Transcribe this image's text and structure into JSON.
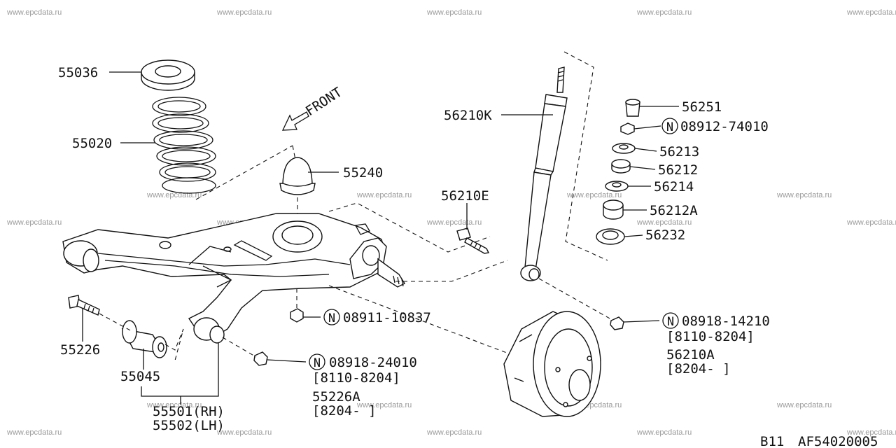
{
  "watermark": "www.epcdata.ru",
  "front_label": "FRONT",
  "n_symbol": "N",
  "labels": {
    "p55036": "55036",
    "p55020": "55020",
    "p55240": "55240",
    "p56210K": "56210K",
    "p56251": "56251",
    "p08912": "08912-74010",
    "p56213": "56213",
    "p56212": "56212",
    "p56214": "56214",
    "p56210E": "56210E",
    "p56212A": "56212A",
    "p56232": "56232",
    "p08911": "08911-10837",
    "p08918_14210": "08918-14210",
    "p08918_14210_range": "[8110-8204]",
    "p56210A": "56210A",
    "p56210A_range": "[8204-     ]",
    "p55226": "55226",
    "p55045": "55045",
    "p08918_24010": "08918-24010",
    "p08918_24010_range": "[8110-8204]",
    "p55226A": "55226A",
    "p55226A_range": "[8204-     ]",
    "p55501": "55501(RH)",
    "p55502": "55502(LH)"
  },
  "footer": {
    "model": "B11",
    "code": "AF54020005"
  }
}
